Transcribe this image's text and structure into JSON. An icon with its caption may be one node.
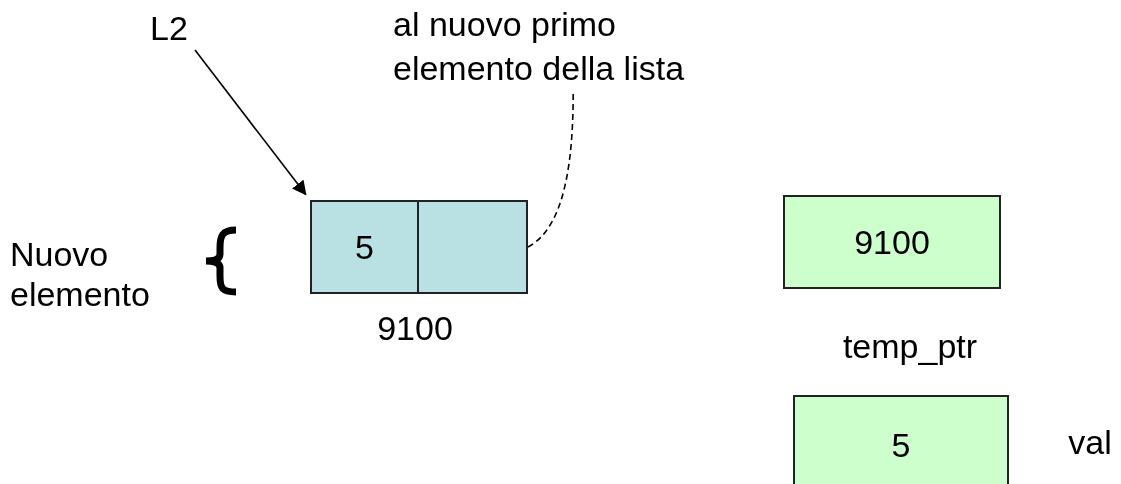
{
  "diagram": {
    "nodes": [
      {
        "text": [
          "L2"
        ]
      },
      {
        "text": [
          "5"
        ],
        "beside": [
          "9100"
        ]
      },
      {
        "text": [
          "al nuovo primo elemento della lista"
        ]
      },
      {
        "text": [
          "9100"
        ],
        "beside": [
          "temp_ptr"
        ]
      },
      {
        "text": [
          "5"
        ],
        "beside": [
          "val"
        ]
      }
    ],
    "edges": [
      {
        "from": 0,
        "to": 1,
        "arrow": "to"
      },
      {
        "from": 1,
        "to": 2,
        "arrow": "none",
        "style": "dashed"
      }
    ],
    "labels": [
      "Nuovo elemento"
    ]
  }
}
